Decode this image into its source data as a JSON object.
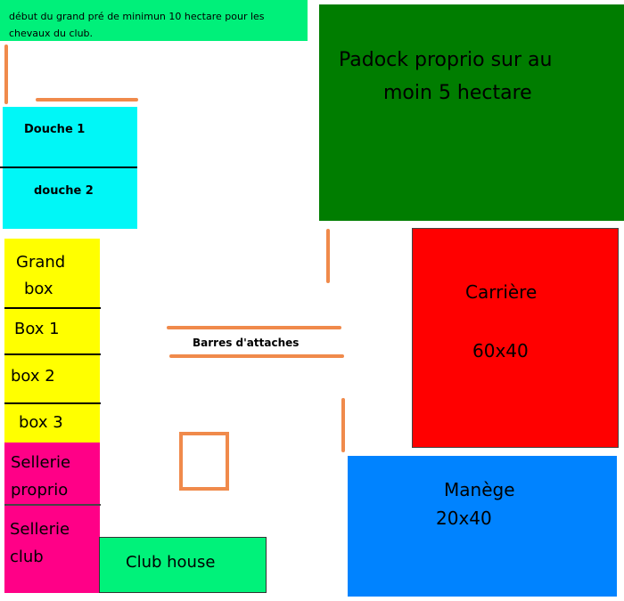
{
  "notes": {
    "top_left": "début du grand pré de minimun 10 hectare pour les chevaux du club."
  },
  "zones": {
    "padock": {
      "line1": "Padock proprio sur au",
      "line2": "moin 5 hectare"
    },
    "douche1": "Douche 1",
    "douche2": "douche 2",
    "grand_box": {
      "line1": "Grand",
      "line2": "box"
    },
    "box1": "Box 1",
    "box2": "box 2",
    "box3": "box 3",
    "sellerie_proprio": {
      "line1": "Sellerie",
      "line2": "proprio"
    },
    "sellerie_club": {
      "line1": "Sellerie",
      "line2": "club"
    },
    "club_house": "Club house",
    "barres": "Barres d'attaches",
    "carriere": {
      "name": "Carrière",
      "size": "60x40"
    },
    "manege": {
      "name": "Manège",
      "size": "20x40"
    }
  },
  "colors": {
    "green_note": "#00f07a",
    "padock": "#007d00",
    "cyan": "#00f7f7",
    "yellow": "#ffff00",
    "magenta": "#ff0087",
    "club_house": "#00f27a",
    "carriere": "#ff0000",
    "manege": "#0083ff",
    "fence": "#f08a4b"
  }
}
